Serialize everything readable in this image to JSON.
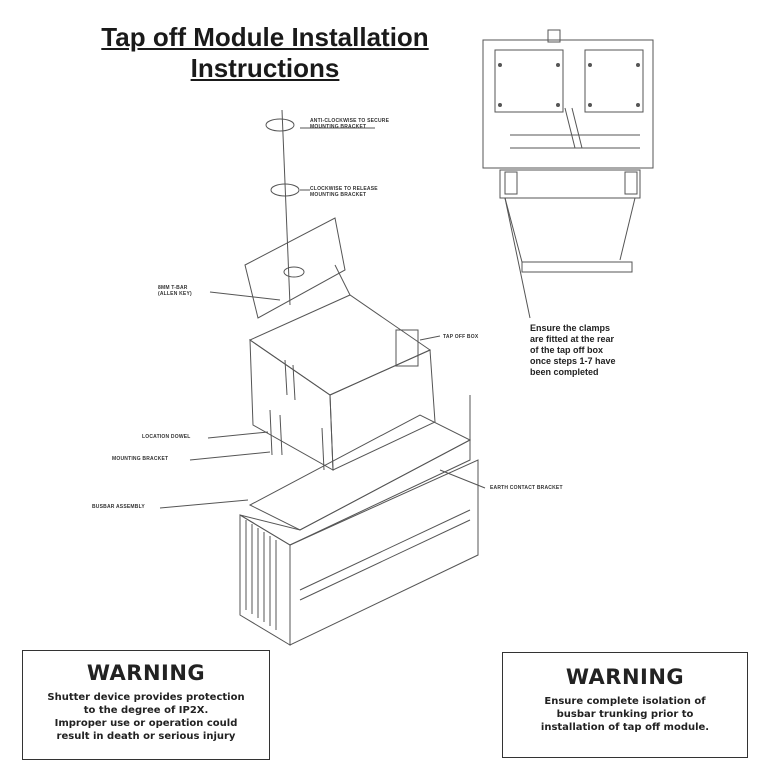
{
  "title": {
    "line1": "Tap off Module Installation",
    "line2": "Instructions"
  },
  "diagram_labels": {
    "anticlockwise": [
      "ANTI-CLOCKWISE TO SECURE",
      "MOUNTING BRACKET"
    ],
    "clockwise": [
      "CLOCKWISE TO RELEASE",
      "MOUNTING BRACKET"
    ],
    "tbar": [
      "8MM T-BAR",
      "(ALLEN KEY)"
    ],
    "tap_off_box": "TAP OFF BOX",
    "location_dowel": "LOCATION DOWEL",
    "mounting_bracket": "MOUNTING BRACKET",
    "busbar_assembly": "BUSBAR ASSEMBLY",
    "earth_contact": "EARTH CONTACT BRACKET"
  },
  "clamp_note": [
    "Ensure the clamps",
    "are fitted at the rear",
    "of the tap off box",
    "once steps 1-7 have",
    "been completed"
  ],
  "warnings": [
    {
      "heading": "WARNING",
      "lines": [
        "Shutter device provides protection",
        "to the degree of IP2X.",
        "Improper use or operation could",
        "result in death or serious injury"
      ]
    },
    {
      "heading": "WARNING",
      "lines": [
        "Ensure complete isolation of",
        "busbar trunking prior to",
        "installation of tap off module."
      ]
    }
  ]
}
